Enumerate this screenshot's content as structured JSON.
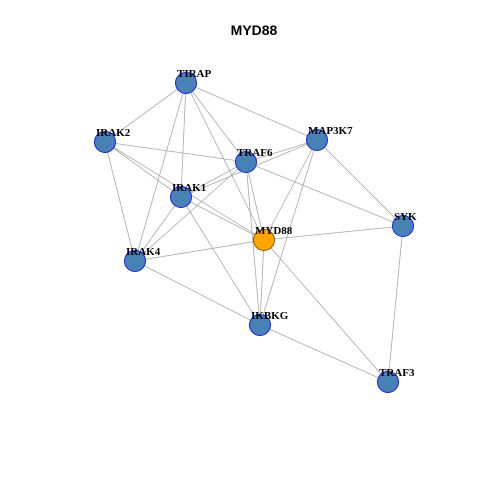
{
  "title": "MYD88",
  "colors": {
    "background": "#ffffff",
    "node_fill": "#4682b4",
    "node_stroke": "#1a1aff",
    "focus_fill": "#ffa500",
    "focus_stroke": "#8b5a00",
    "edge": "#a9a9a9"
  },
  "focus_node": "MYD88",
  "nodes": [
    {
      "id": "TIRAP"
    },
    {
      "id": "IRAK2"
    },
    {
      "id": "MAP3K7"
    },
    {
      "id": "TRAF6"
    },
    {
      "id": "IRAK1"
    },
    {
      "id": "MYD88"
    },
    {
      "id": "SYK"
    },
    {
      "id": "IRAK4"
    },
    {
      "id": "IKBKG"
    },
    {
      "id": "TRAF3"
    }
  ],
  "edges": [
    [
      "TIRAP",
      "IRAK2"
    ],
    [
      "TIRAP",
      "MAP3K7"
    ],
    [
      "TIRAP",
      "TRAF6"
    ],
    [
      "TIRAP",
      "IRAK1"
    ],
    [
      "TIRAP",
      "MYD88"
    ],
    [
      "TIRAP",
      "IRAK4"
    ],
    [
      "IRAK2",
      "TRAF6"
    ],
    [
      "IRAK2",
      "IRAK1"
    ],
    [
      "IRAK2",
      "MYD88"
    ],
    [
      "IRAK2",
      "IRAK4"
    ],
    [
      "MAP3K7",
      "TRAF6"
    ],
    [
      "MAP3K7",
      "IRAK1"
    ],
    [
      "MAP3K7",
      "SYK"
    ],
    [
      "MAP3K7",
      "MYD88"
    ],
    [
      "MAP3K7",
      "IKBKG"
    ],
    [
      "TRAF6",
      "IRAK1"
    ],
    [
      "TRAF6",
      "MYD88"
    ],
    [
      "TRAF6",
      "IKBKG"
    ],
    [
      "TRAF6",
      "SYK"
    ],
    [
      "TRAF6",
      "IRAK4"
    ],
    [
      "IRAK1",
      "MYD88"
    ],
    [
      "IRAK1",
      "IRAK4"
    ],
    [
      "IRAK1",
      "IKBKG"
    ],
    [
      "MYD88",
      "SYK"
    ],
    [
      "MYD88",
      "IRAK4"
    ],
    [
      "MYD88",
      "IKBKG"
    ],
    [
      "MYD88",
      "TRAF3"
    ],
    [
      "SYK",
      "TRAF3"
    ],
    [
      "IRAK4",
      "IKBKG"
    ],
    [
      "IKBKG",
      "TRAF3"
    ]
  ]
}
